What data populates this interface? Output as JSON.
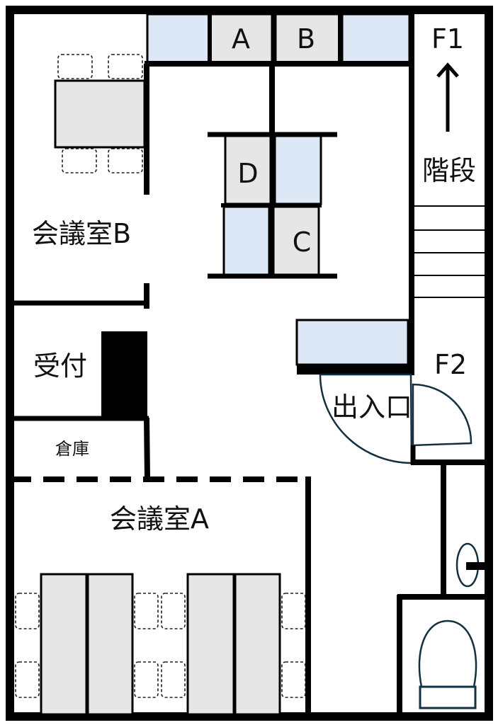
{
  "rooms": {
    "meeting_room_b": "会議室B",
    "meeting_room_a": "会議室A",
    "reception": "受付",
    "storage": "倉庫",
    "stairs": "階段",
    "entrance": "出入口"
  },
  "booths": {
    "a": "A",
    "b": "B",
    "c": "C",
    "d": "D"
  },
  "floors": {
    "f1": "F1",
    "f2": "F2"
  },
  "colors": {
    "booth_blue": "#dce8f5",
    "furniture_gray": "#e6e6e6",
    "door_line": "#12303f"
  }
}
